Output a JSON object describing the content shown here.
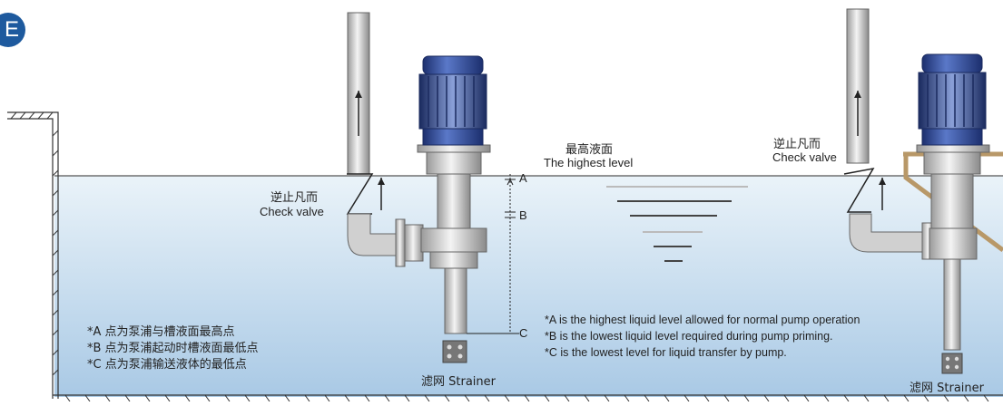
{
  "section_badge": "E",
  "top_center": {
    "cn": "最高液面",
    "en": "The highest level"
  },
  "left_valve": {
    "cn": "逆止凡而",
    "en": "Check valve"
  },
  "right_valve": {
    "cn": "逆止凡而",
    "en": "Check valve"
  },
  "level_marks": {
    "a": "A",
    "b": "B",
    "c": "C"
  },
  "notes_cn": [
    "*A 点为泵浦与槽液面最高点",
    "*B 点为泵浦起动时槽液面最低点",
    "*C 点为泵浦输送液体的最低点"
  ],
  "notes_en": [
    "*A is the highest liquid level allowed for normal pump operation",
    "*B is the lowest liquid level required during pump priming.",
    "*C is the lowest level for liquid transfer by pump."
  ],
  "left_strainer": "滤网  Strainer",
  "right_strainer": "滤网 Strainer",
  "colors": {
    "liquid_top": "#e8f2f8",
    "liquid_bottom": "#a8c8e4",
    "motor_blue": "#2a4a9a",
    "badge": "#1e5a9e"
  }
}
